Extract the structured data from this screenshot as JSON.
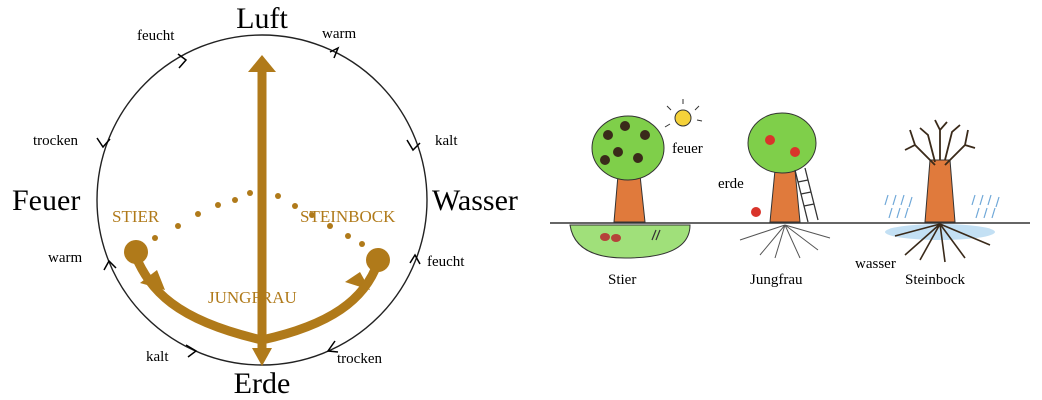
{
  "elements": {
    "top": "Luft",
    "left": "Feuer",
    "right": "Wasser",
    "bottom": "Erde"
  },
  "qualities": {
    "top_left": "feucht",
    "top_right": "warm",
    "upper_left": "trocken",
    "upper_right": "kalt",
    "lower_left": "warm",
    "lower_right": "feucht",
    "bottom_left": "kalt",
    "bottom_right": "trocken"
  },
  "signs": {
    "left": "STIER",
    "right": "STEINBOCK",
    "center": "JUNGFRAU"
  },
  "trees": {
    "stier": {
      "name": "Stier",
      "note": "feuer"
    },
    "jungfrau": {
      "name": "Jungfrau",
      "note": "erde"
    },
    "steinbock": {
      "name": "Steinbock",
      "note": "wasser"
    }
  },
  "colors": {
    "ochre": "#b07a1a",
    "leaf": "#7fcf4a",
    "trunk": "#e07a3c",
    "soil": "#a0e07a",
    "sun": "#f5d23a",
    "rain": "#6fa8d8"
  }
}
